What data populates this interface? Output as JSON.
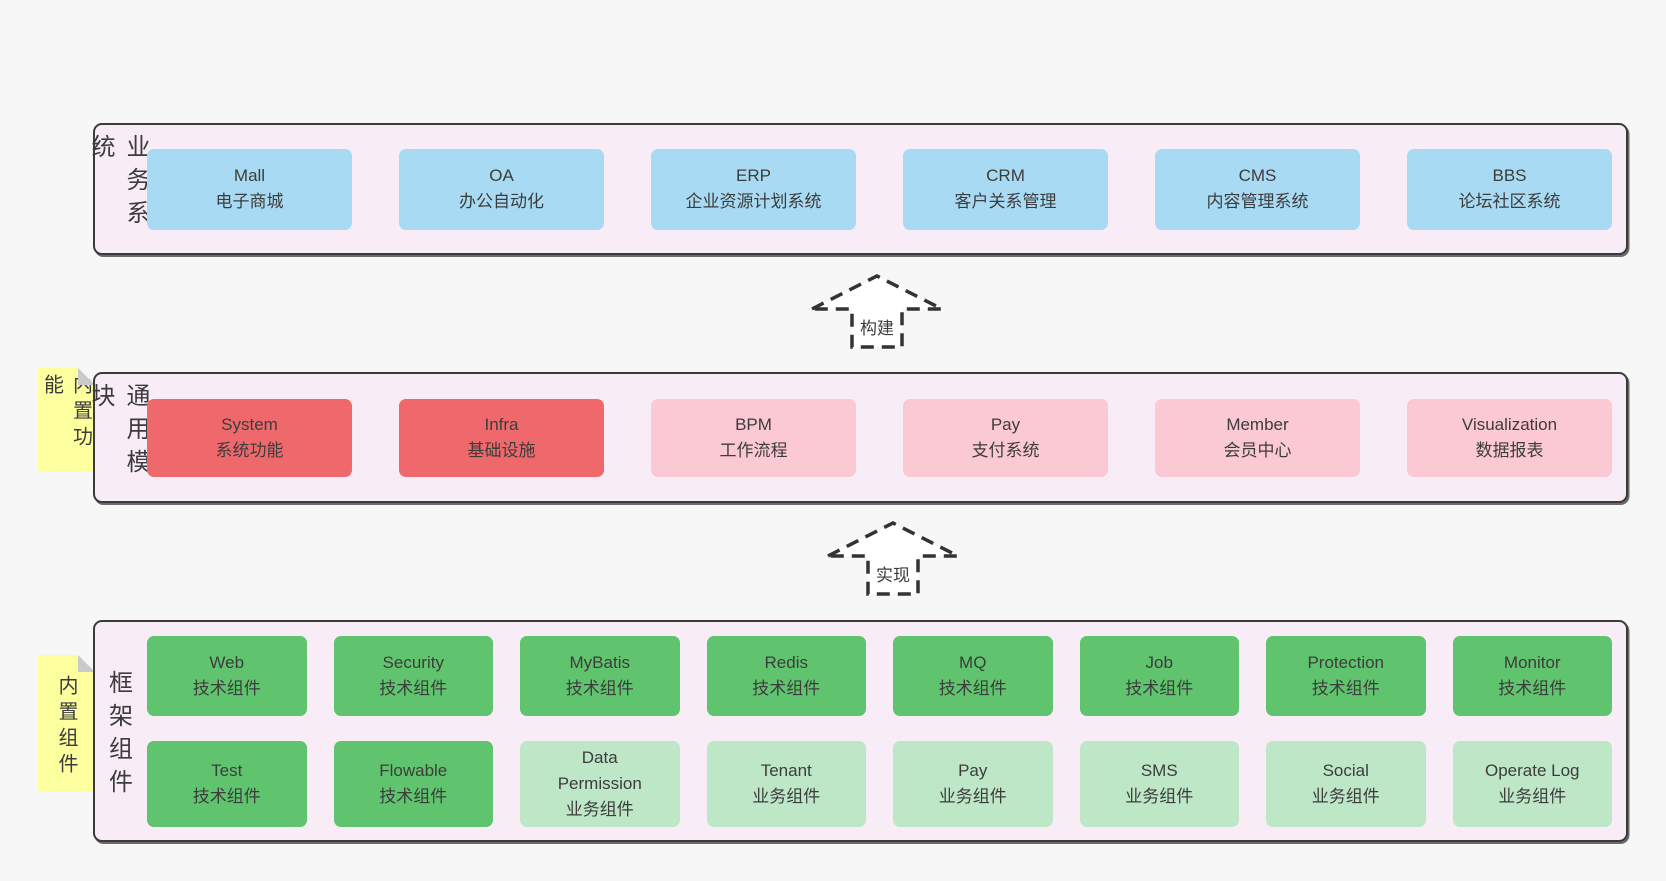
{
  "colors": {
    "page_bg": "#f7f7f8",
    "panel_bg": "#f8edf6",
    "panel_border": "#3b3b3b",
    "note_bg": "#fdff9f",
    "note_fold": "#c9cacb",
    "text": "#3c3c3c",
    "blue": "#a8dbf3",
    "red": "#ef686b",
    "pink": "#fbc9d4",
    "green": "#60c46e",
    "light_green": "#bde7c7"
  },
  "notes": [
    {
      "text": "内置功能"
    },
    {
      "text": "内置组件"
    }
  ],
  "arrows": [
    {
      "label": "构建"
    },
    {
      "label": "实现"
    }
  ],
  "sections": [
    {
      "label": "业务系统",
      "rows": [
        [
          {
            "name": "Mall",
            "desc": "电子商城",
            "type": "blue"
          },
          {
            "name": "OA",
            "desc": "办公自动化",
            "type": "blue"
          },
          {
            "name": "ERP",
            "desc": "企业资源计划系统",
            "type": "blue"
          },
          {
            "name": "CRM",
            "desc": "客户关系管理",
            "type": "blue"
          },
          {
            "name": "CMS",
            "desc": "内容管理系统",
            "type": "blue"
          },
          {
            "name": "BBS",
            "desc": "论坛社区系统",
            "type": "blue"
          }
        ]
      ]
    },
    {
      "label": "通用模块",
      "rows": [
        [
          {
            "name": "System",
            "desc": "系统功能",
            "type": "red"
          },
          {
            "name": "Infra",
            "desc": "基础设施",
            "type": "red"
          },
          {
            "name": "BPM",
            "desc": "工作流程",
            "type": "pink"
          },
          {
            "name": "Pay",
            "desc": "支付系统",
            "type": "pink"
          },
          {
            "name": "Member",
            "desc": "会员中心",
            "type": "pink"
          },
          {
            "name": "Visualization",
            "desc": "数据报表",
            "type": "pink"
          }
        ]
      ]
    },
    {
      "label": "框架组件",
      "rows": [
        [
          {
            "name": "Web",
            "desc": "技术组件",
            "type": "green"
          },
          {
            "name": "Security",
            "desc": "技术组件",
            "type": "green"
          },
          {
            "name": "MyBatis",
            "desc": "技术组件",
            "type": "green"
          },
          {
            "name": "Redis",
            "desc": "技术组件",
            "type": "green"
          },
          {
            "name": "MQ",
            "desc": "技术组件",
            "type": "green"
          },
          {
            "name": "Job",
            "desc": "技术组件",
            "type": "green"
          },
          {
            "name": "Protection",
            "desc": "技术组件",
            "type": "green"
          },
          {
            "name": "Monitor",
            "desc": "技术组件",
            "type": "green"
          }
        ],
        [
          {
            "name": "Test",
            "desc": "技术组件",
            "type": "green"
          },
          {
            "name": "Flowable",
            "desc": "技术组件",
            "type": "green"
          },
          {
            "name": "Data Permission",
            "desc": "业务组件",
            "type": "light_green"
          },
          {
            "name": "Tenant",
            "desc": "业务组件",
            "type": "light_green"
          },
          {
            "name": "Pay",
            "desc": "业务组件",
            "type": "light_green"
          },
          {
            "name": "SMS",
            "desc": "业务组件",
            "type": "light_green"
          },
          {
            "name": "Social",
            "desc": "业务组件",
            "type": "light_green"
          },
          {
            "name": "Operate Log",
            "desc": "业务组件",
            "type": "light_green"
          }
        ]
      ]
    }
  ]
}
